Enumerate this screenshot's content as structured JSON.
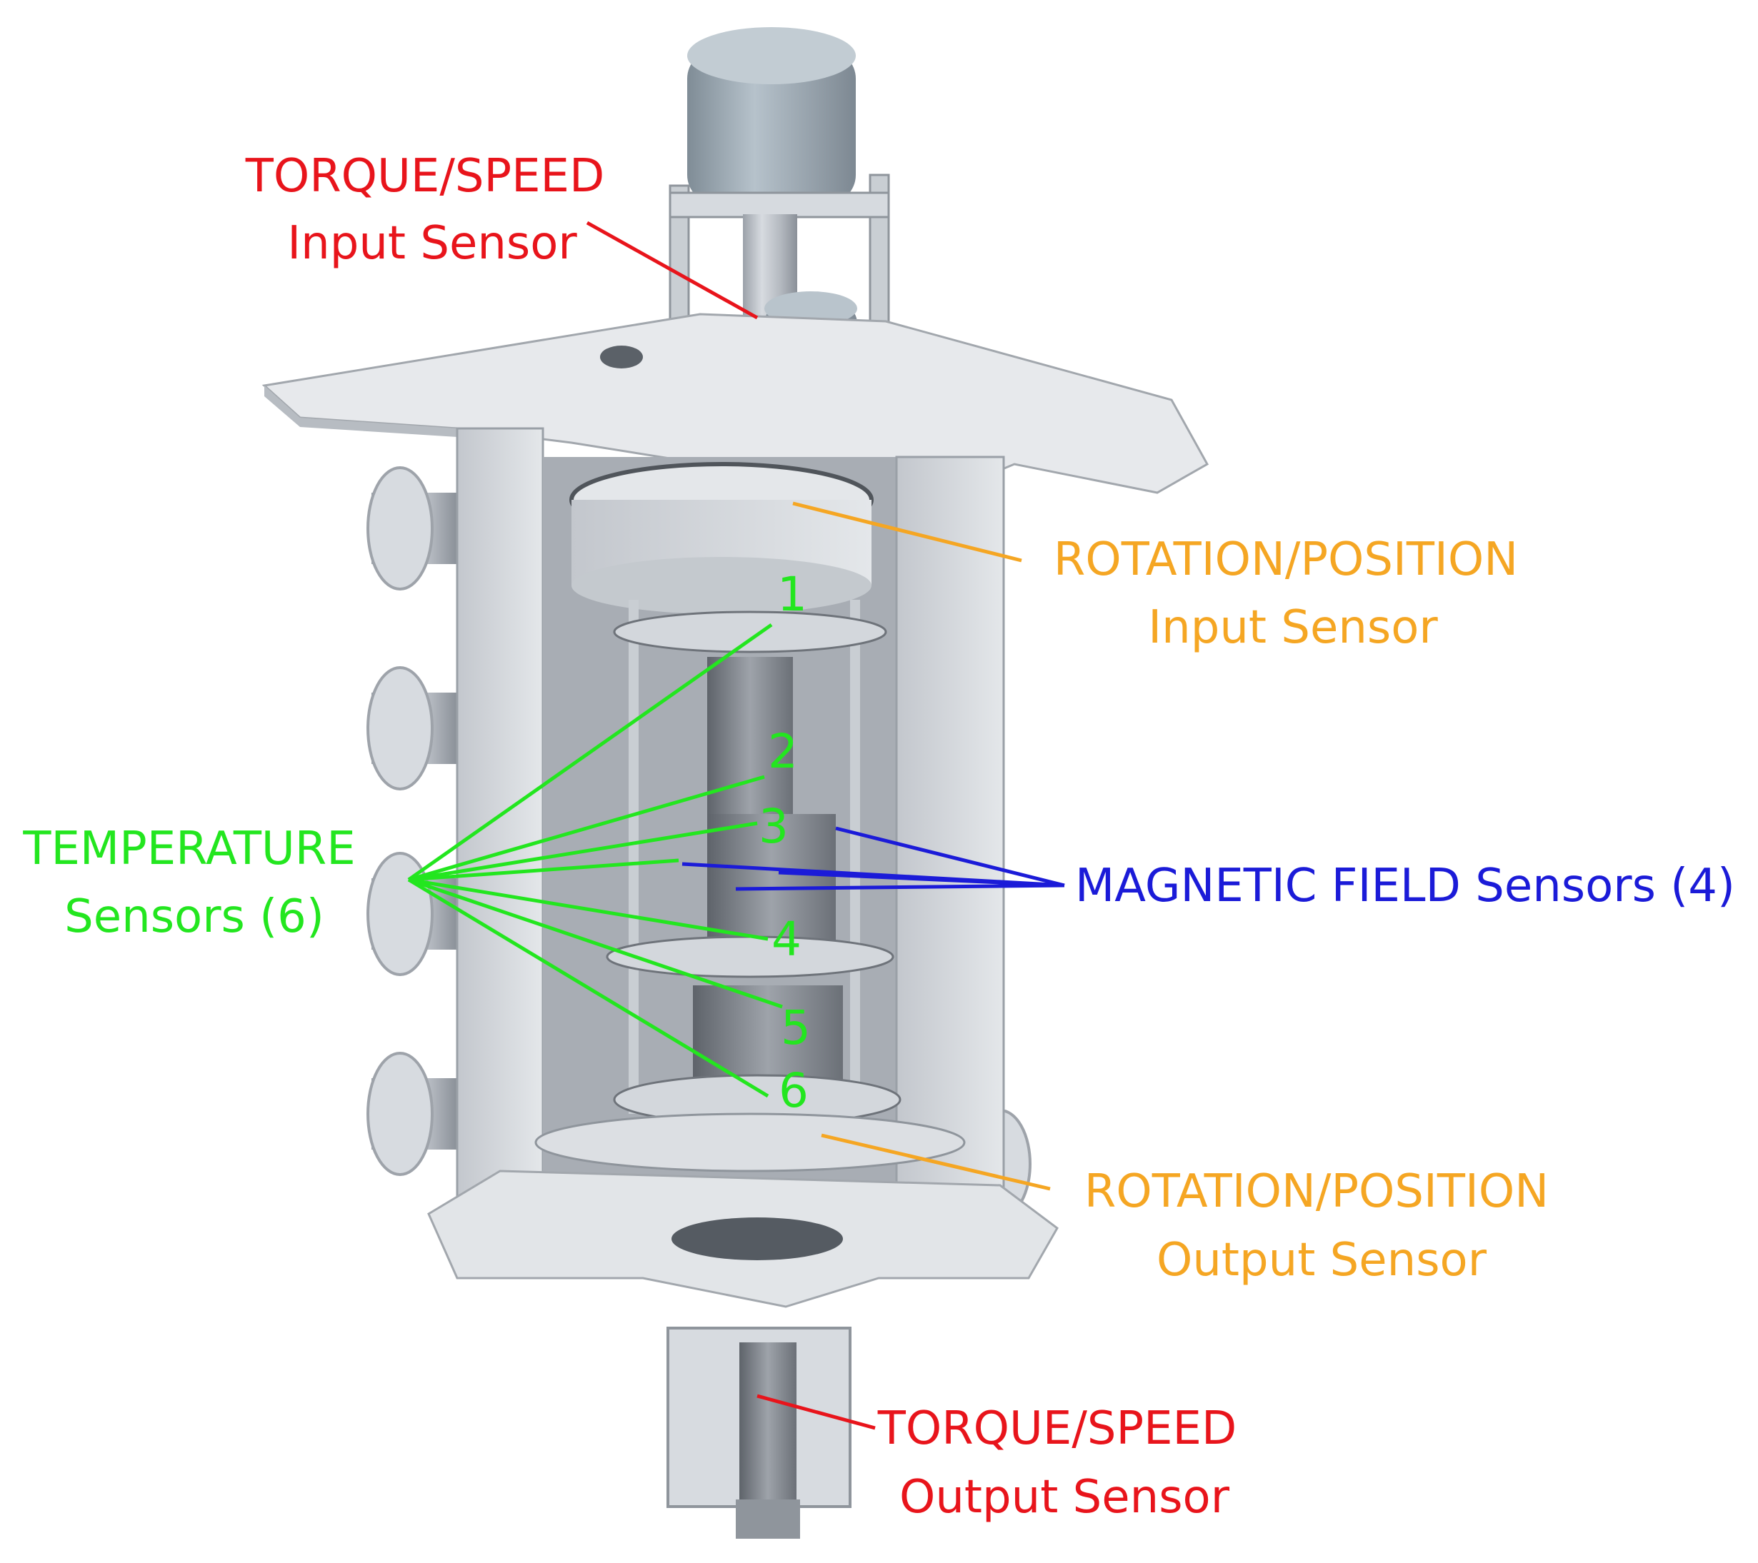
{
  "labels": {
    "torque_input": {
      "line1": "TORQUE/SPEED",
      "line2": "Input Sensor"
    },
    "rotation_input": {
      "line1": "ROTATION/POSITION",
      "line2": "Input Sensor"
    },
    "temperature": {
      "line1": "TEMPERATURE",
      "line2": "Sensors (6)"
    },
    "magnetic": {
      "line1": "MAGNETIC FIELD Sensors (4)"
    },
    "rotation_output": {
      "line1": "ROTATION/POSITION",
      "line2": "Output Sensor"
    },
    "torque_output": {
      "line1": "TORQUE/SPEED",
      "line2": "Output Sensor"
    }
  },
  "temperature_numbers": [
    "1",
    "2",
    "3",
    "4",
    "5",
    "6"
  ],
  "colors": {
    "torque": "#e8141b",
    "rotation": "#f5a623",
    "temperature": "#23e61f",
    "magnetic": "#1b1bd8"
  }
}
